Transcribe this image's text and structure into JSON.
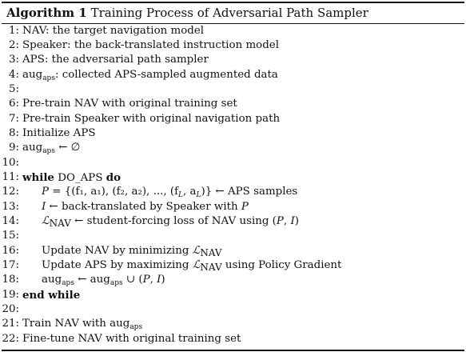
{
  "title": {
    "label": "Algorithm 1",
    "text": "Training Process of Adversarial Path Sampler"
  },
  "lines": [
    {
      "n": "1:",
      "text": "NAV: the target navigation model"
    },
    {
      "n": "2:",
      "text": "Speaker: the back-translated instruction model"
    },
    {
      "n": "3:",
      "text": "APS: the adversarial path sampler"
    },
    {
      "n": "4:",
      "text_a": "aug",
      "sub_a": "aps",
      "text_b": ": collected APS-sampled augmented data"
    },
    {
      "n": "5:"
    },
    {
      "n": "6:",
      "text": "Pre-train NAV with original training set"
    },
    {
      "n": "7:",
      "text": "Pre-train Speaker with original navigation path"
    },
    {
      "n": "8:",
      "text": "Initialize APS"
    },
    {
      "n": "9:",
      "text_a": "aug",
      "sub_a": "aps",
      "text_b": " ← ∅"
    },
    {
      "n": "10:"
    },
    {
      "n": "11:",
      "kw_a": "while",
      "text": " DO_APS ",
      "kw_b": "do"
    },
    {
      "n": "12:",
      "math_a": "P",
      "text": " = {(f₁, a₁), (f₂, a₂), ..., (f",
      "sub_L": "L",
      "text_b": ", a",
      "sub_L2": "L",
      "text_c": ")} ← APS samples"
    },
    {
      "n": "13:",
      "math_a": "I",
      "text": " ← back-translated by Speaker with ",
      "math_b": "P"
    },
    {
      "n": "14:",
      "math_a": "ℒ",
      "sub_a": "NAV",
      "text": " ← student-forcing loss of NAV using (",
      "math_b": "P",
      "text_b": ", ",
      "math_c": "I",
      "text_c": ")"
    },
    {
      "n": "15:"
    },
    {
      "n": "16:",
      "text": "Update NAV by minimizing ",
      "math_a": "ℒ",
      "sub_a": "NAV"
    },
    {
      "n": "17:",
      "text": "Update APS by maximizing ",
      "math_a": "ℒ",
      "sub_a": "NAV",
      "text_b": " using Policy Gradient"
    },
    {
      "n": "18:",
      "text_a": "aug",
      "sub_a": "aps",
      "text_b": " ← aug",
      "sub_b": "aps",
      "text_c": " ∪ (",
      "math_a": "P",
      "text_d": ", ",
      "math_b": "I",
      "text_e": ")"
    },
    {
      "n": "19:",
      "kw_a": "end while"
    },
    {
      "n": "20:"
    },
    {
      "n": "21:",
      "text_a": "Train NAV with aug",
      "sub_a": "aps"
    },
    {
      "n": "22:",
      "text": "Fine-tune NAV with original training set"
    }
  ]
}
